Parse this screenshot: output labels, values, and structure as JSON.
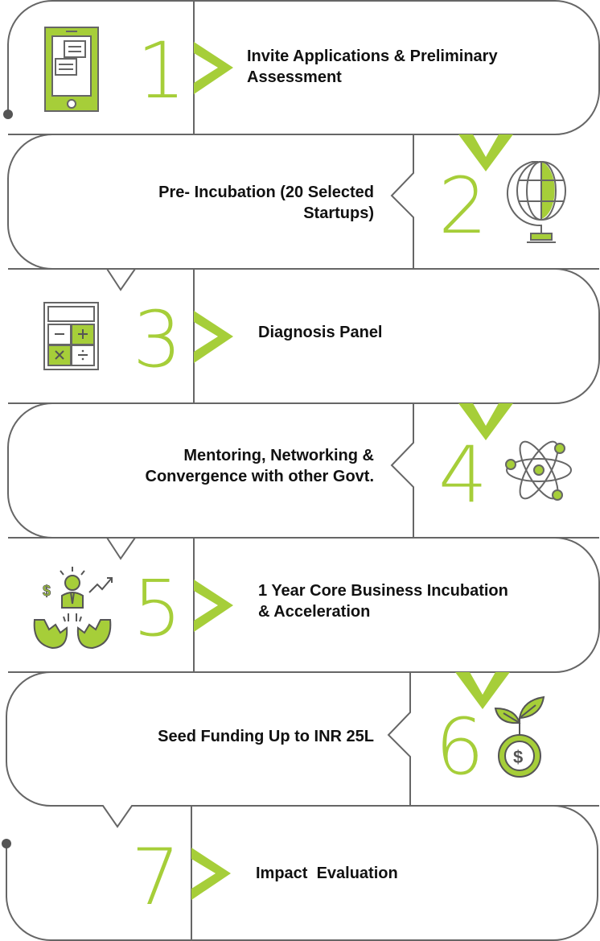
{
  "colors": {
    "accent": "#a6ce39",
    "line": "#666666",
    "text": "#111111"
  },
  "steps": [
    {
      "number": "1",
      "title": "Invite Applications & Preliminary Assessment",
      "icon": "mobile-phone-icon"
    },
    {
      "number": "2",
      "title": "Pre- Incubation (20 Selected Startups)",
      "icon": "globe-icon"
    },
    {
      "number": "3",
      "title": "Diagnosis Panel",
      "icon": "calculator-icon"
    },
    {
      "number": "4",
      "title": "Mentoring, Networking & Convergence with other Govt.",
      "icon": "atom-icon"
    },
    {
      "number": "5",
      "title": "1 Year Core Business Incubation & Acceleration",
      "icon": "hatching-entrepreneur-icon"
    },
    {
      "number": "6",
      "title": "Seed Funding Up to INR 25L",
      "icon": "money-plant-icon"
    },
    {
      "number": "7",
      "title": "Impact  Evaluation",
      "icon": "none"
    }
  ]
}
